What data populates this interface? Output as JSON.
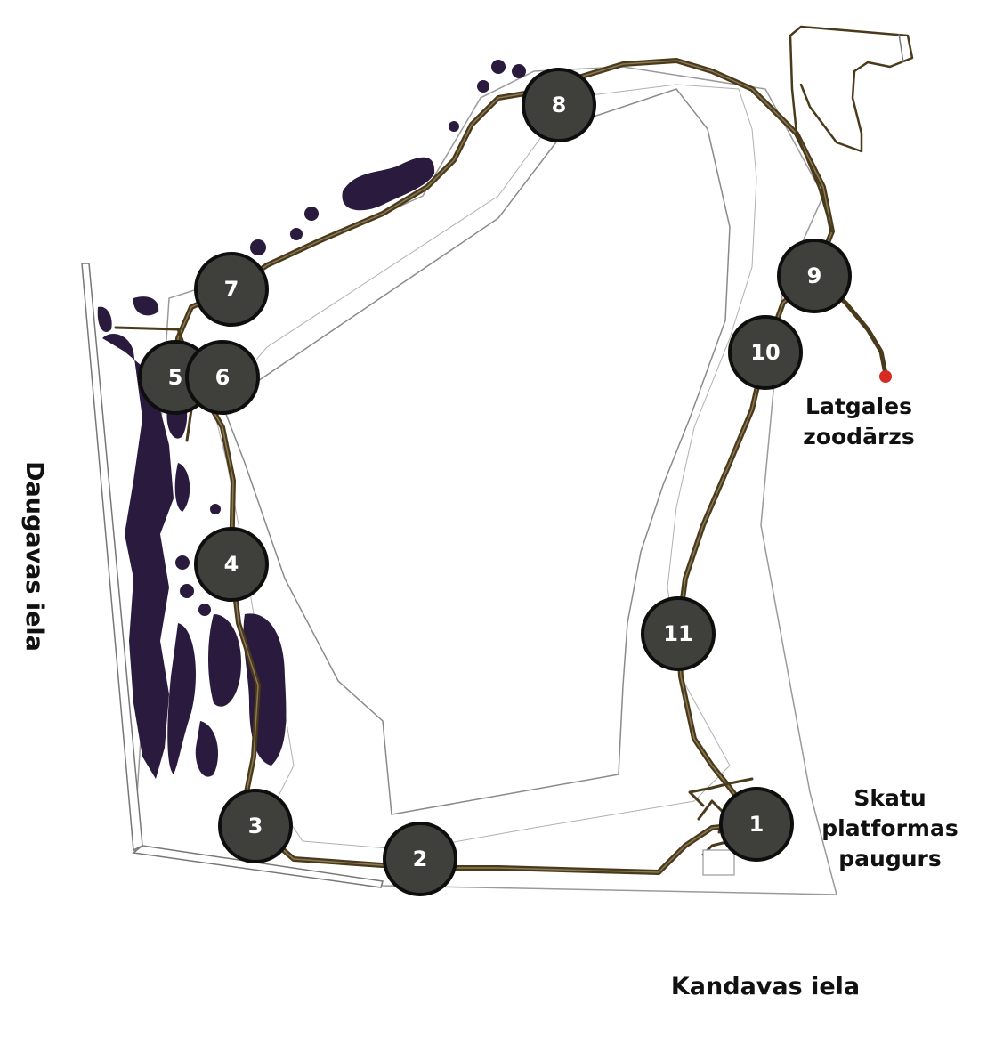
{
  "map": {
    "colors": {
      "trail": "#4a3a1c",
      "trail_highlight": "#8a7a55",
      "vegetation": "#2a1a3e",
      "outline": "#8a8a8a",
      "marker_fill": "#3f3f3b",
      "marker_border": "#0e0e0e",
      "marker_text": "#ffffff",
      "destination_dot": "#d62a22",
      "label_text": "#111111"
    },
    "markers": [
      {
        "number": "1"
      },
      {
        "number": "2"
      },
      {
        "number": "3"
      },
      {
        "number": "4"
      },
      {
        "number": "5"
      },
      {
        "number": "6"
      },
      {
        "number": "7"
      },
      {
        "number": "8"
      },
      {
        "number": "9"
      },
      {
        "number": "10"
      },
      {
        "number": "11"
      }
    ],
    "labels": {
      "zoo": [
        "Latgales",
        "zoodārzs"
      ],
      "platform": [
        "Skatu",
        "platformas",
        "paugurs"
      ],
      "kandavas_street": "Kandavas iela",
      "daugavas_street": "Daugavas iela"
    },
    "icons": {
      "destination": "red-dot-marker"
    }
  }
}
